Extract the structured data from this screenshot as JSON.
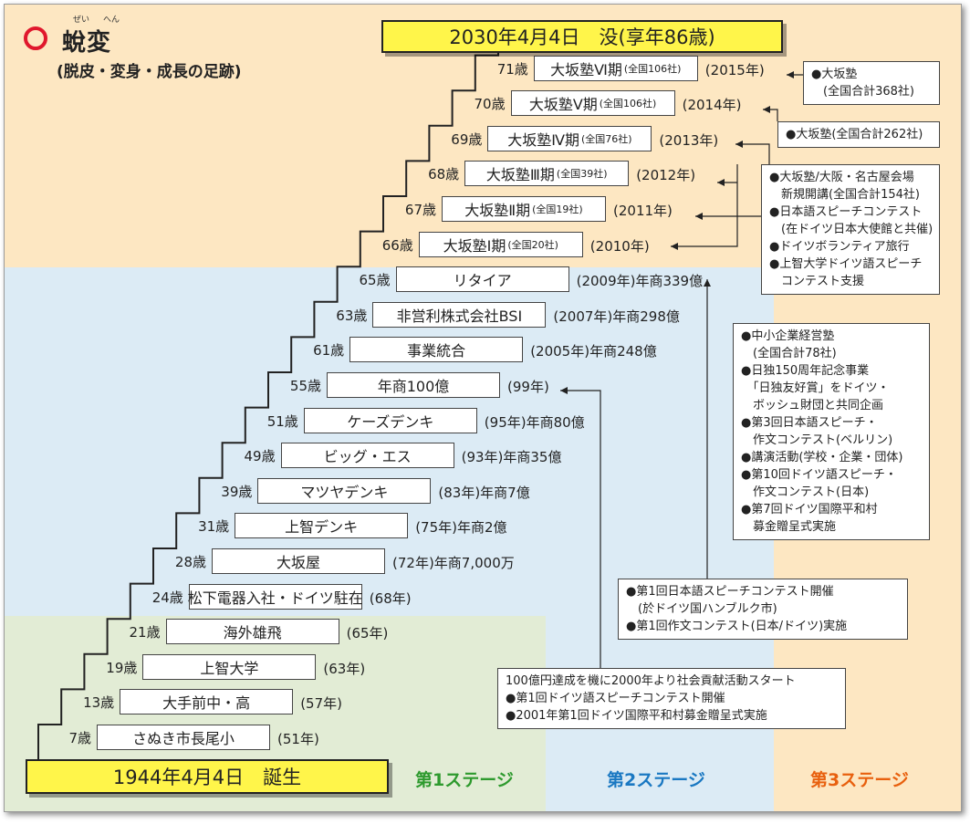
{
  "title": {
    "main": "蛻変",
    "ruby_left": "ぜい",
    "ruby_right": "へん",
    "subtitle": "(脱皮・変身・成長の足跡)"
  },
  "death_label": "2030年4月4日　没(享年86歳)",
  "birth_label": "1944年4月4日　誕生",
  "steps": [
    {
      "age": "7歳",
      "label": "さぬき市長尾小",
      "note": "(51年)"
    },
    {
      "age": "13歳",
      "label": "大手前中・高",
      "note": "(57年)"
    },
    {
      "age": "19歳",
      "label": "上智大学",
      "note": "(63年)"
    },
    {
      "age": "21歳",
      "label": "海外雄飛",
      "note": "(65年)"
    },
    {
      "age": "24歳",
      "label": "松下電器入社・ドイツ駐在",
      "note": "(68年)"
    },
    {
      "age": "28歳",
      "label": "大坂屋",
      "note": "(72年)年商7,000万"
    },
    {
      "age": "31歳",
      "label": "上智デンキ",
      "note": "(75年)年商2億"
    },
    {
      "age": "39歳",
      "label": "マツヤデンキ",
      "note": "(83年)年商7億"
    },
    {
      "age": "49歳",
      "label": "ビッグ・エス",
      "note": "(93年)年商35億"
    },
    {
      "age": "51歳",
      "label": "ケーズデンキ",
      "note": "(95年)年商80億"
    },
    {
      "age": "55歳",
      "label": "年商100億",
      "note": "(99年)"
    },
    {
      "age": "61歳",
      "label": "事業統合",
      "note": "(2005年)年商248億"
    },
    {
      "age": "63歳",
      "label": "非営利株式会社BSI",
      "note": "(2007年)年商298億"
    },
    {
      "age": "65歳",
      "label": "リタイア",
      "note": "(2009年)年商339億"
    },
    {
      "age": "66歳",
      "label": "大坂塾Ⅰ期",
      "sub": "(全国20社)",
      "note": "(2010年)"
    },
    {
      "age": "67歳",
      "label": "大坂塾Ⅱ期",
      "sub": "(全国19社)",
      "note": "(2011年)"
    },
    {
      "age": "68歳",
      "label": "大坂塾Ⅲ期",
      "sub": "(全国39社)",
      "note": "(2012年)"
    },
    {
      "age": "69歳",
      "label": "大坂塾Ⅳ期",
      "sub": "(全国76社)",
      "note": "(2013年)"
    },
    {
      "age": "70歳",
      "label": "大坂塾Ⅴ期",
      "sub": "(全国106社)",
      "note": "(2014年)"
    },
    {
      "age": "71歳",
      "label": "大坂塾Ⅵ期",
      "sub": "(全国106社)",
      "note": "(2015年)"
    }
  ],
  "info_boxes": {
    "b2015": [
      "●大坂塾",
      "　(全国合計368社)"
    ],
    "b2014": [
      "●大坂塾(全国合計262社)"
    ],
    "b2012": [
      "●大坂塾/大阪・名古屋会場",
      "　新規開講(全国合計154社)",
      "●日本語スピーチコンテスト",
      "　(在ドイツ日本大使館と共催)",
      "●ドイツボランティア旅行",
      "●上智大学ドイツ語スピーチ",
      "　コンテスト支援"
    ],
    "b2009": [
      "●中小企業経営塾",
      "　(全国合計78社)",
      "●日独150周年記念事業",
      "　「日独友好賞」をドイツ・",
      "　ボッシュ財団と共同企画",
      "●第3回日本語スピーチ・",
      "　作文コンテスト(ベルリン)",
      "●講演活動(学校・企業・団体)",
      "●第10回ドイツ語スピーチ・",
      "　作文コンテスト(日本)",
      "●第7回ドイツ国際平和村",
      "　募金贈呈式実施"
    ],
    "b2005": [
      "●第1回日本語スピーチコンテスト開催",
      "　(於ドイツ国ハンブルク市)",
      "●第1回作文コンテスト(日本/ドイツ)実施"
    ],
    "b1999": [
      "100億円達成を機に2000年より社会貢献活動スタート",
      "●第1回ドイツ語スピーチコンテスト開催",
      "●2001年第1回ドイツ国際平和村募金贈呈式実施"
    ]
  },
  "stages": [
    "第1ステージ",
    "第2ステージ",
    "第3ステージ"
  ],
  "colors": {
    "stage1": "#2e9a2e",
    "stage2": "#1a78c2",
    "stage3": "#e8600e",
    "yellow": "#fff54a",
    "circle": "#e0182d"
  }
}
